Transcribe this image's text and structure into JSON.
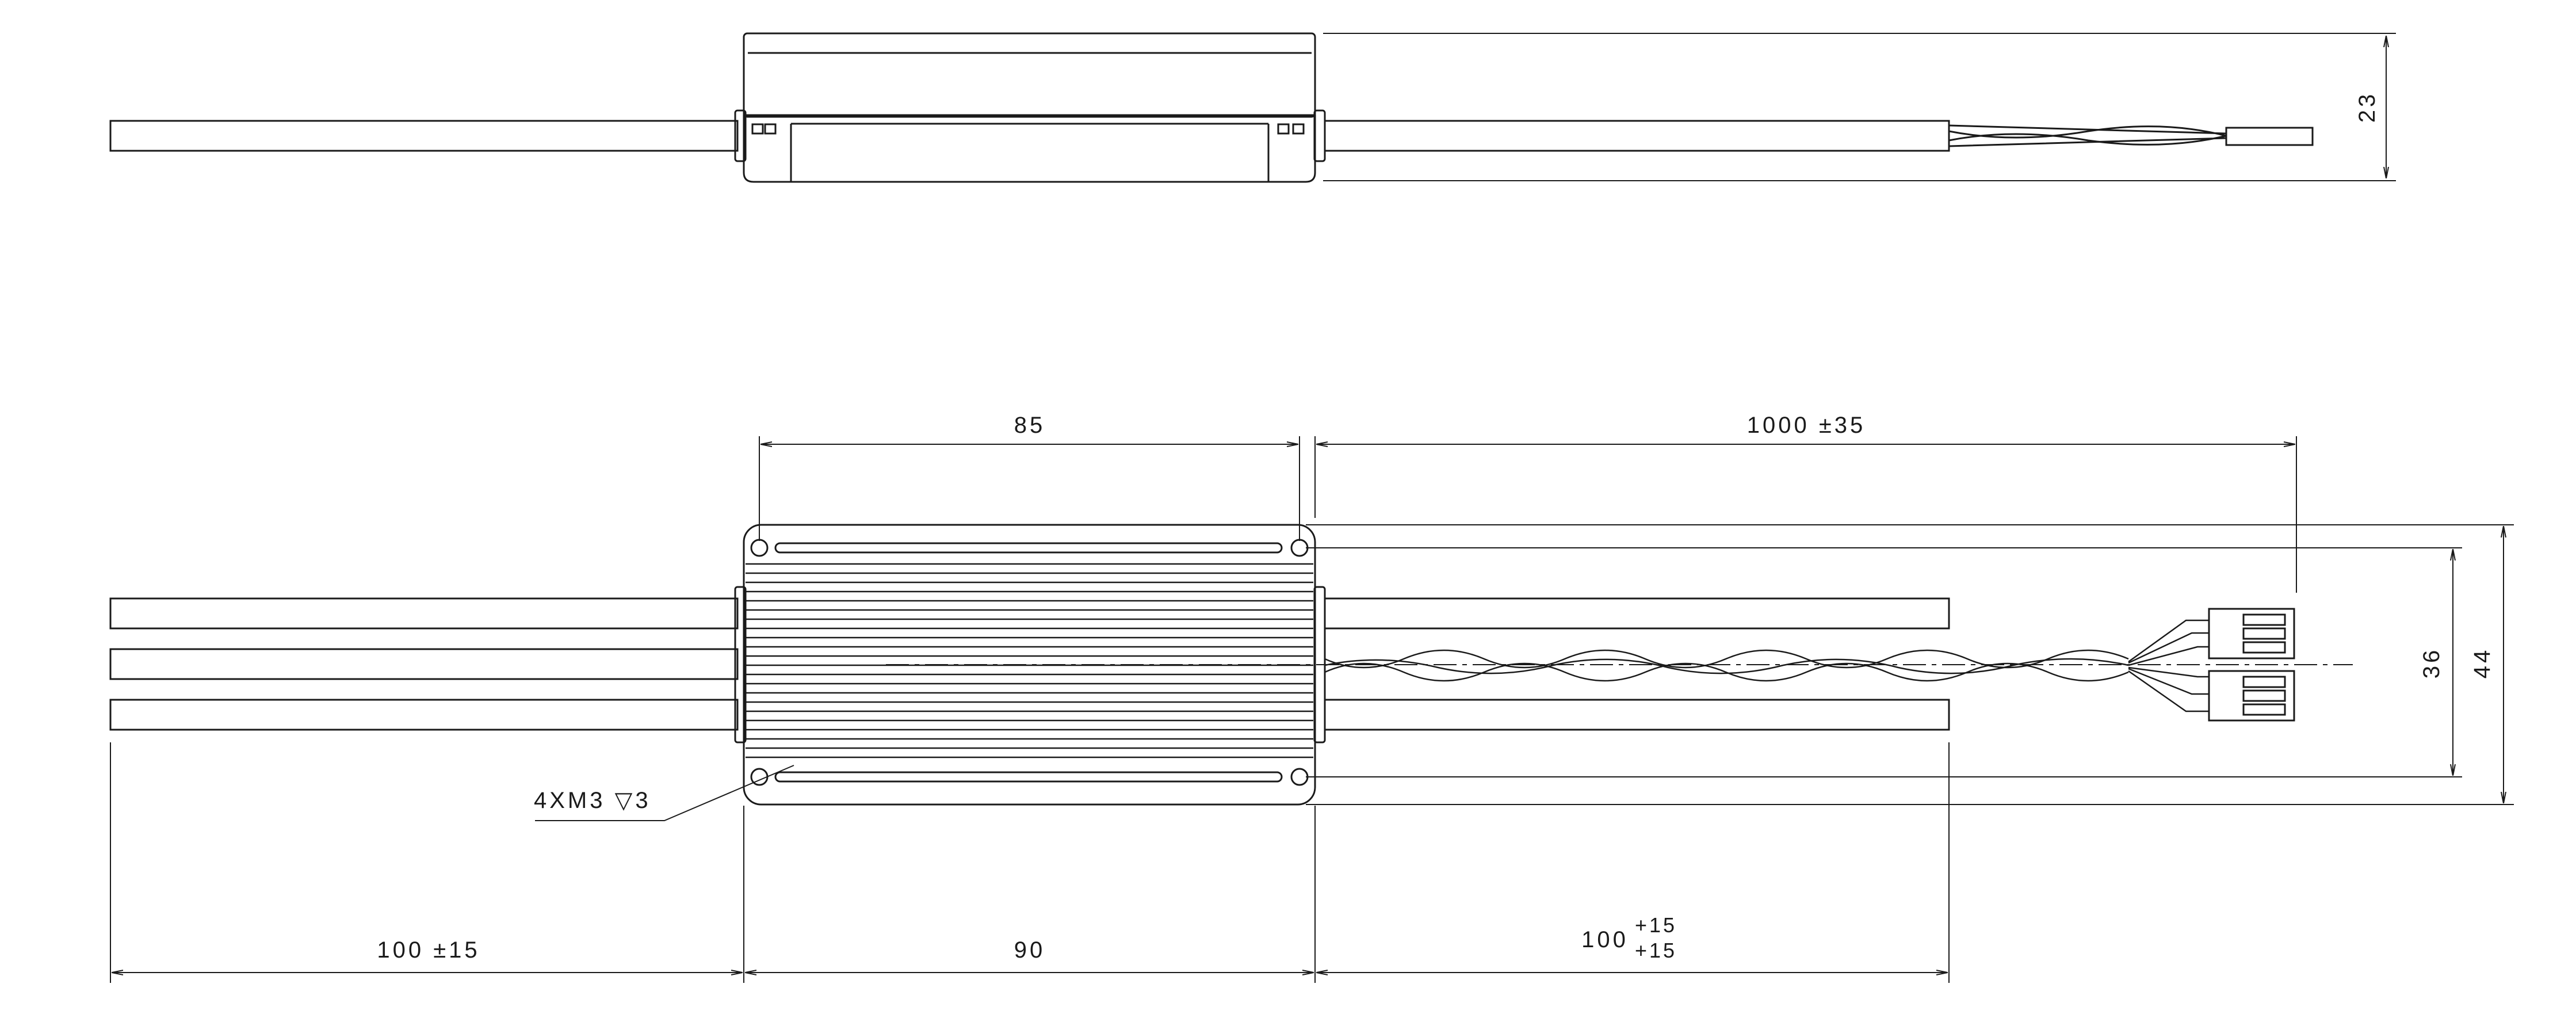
{
  "colors": {
    "line": "#1a1a1a",
    "background": "#ffffff"
  },
  "dimensions": {
    "height_side": "23",
    "body_top": "85",
    "cable_long": "1000 ±35",
    "inner_height": "36",
    "outer_height": "44",
    "left_cable": "100 ±15",
    "body_width": "90",
    "right_cable_nominal": "100",
    "right_cable_tol_upper": "+15",
    "right_cable_tol_lower": "+15"
  },
  "callouts": {
    "mount_holes": "4XM3 ▽3"
  }
}
